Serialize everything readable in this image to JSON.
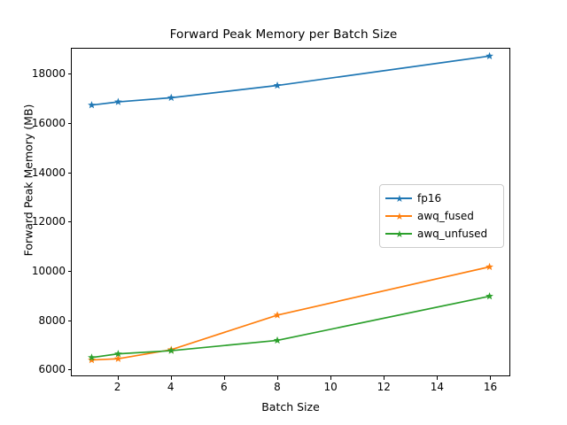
{
  "chart_data": {
    "type": "line",
    "title": "Forward Peak Memory per Batch Size",
    "xlabel": "Batch Size",
    "ylabel": "Forward Peak Memory (MB)",
    "x": [
      1,
      2,
      4,
      8,
      16
    ],
    "xlim": [
      0.25,
      16.75
    ],
    "ylim": [
      5720,
      19050
    ],
    "xticks": [
      2,
      4,
      6,
      8,
      10,
      12,
      14,
      16
    ],
    "xticklabels": [
      "2",
      "4",
      "6",
      "8",
      "10",
      "12",
      "14",
      "16"
    ],
    "yticks": [
      6000,
      8000,
      10000,
      12000,
      14000,
      16000,
      18000
    ],
    "yticklabels": [
      "6000",
      "8000",
      "10000",
      "12000",
      "14000",
      "16000",
      "18000"
    ],
    "grid": false,
    "legend_position": "center right",
    "marker": "star",
    "series": [
      {
        "name": "fp16",
        "color": "#1f77b4",
        "values": [
          16750,
          16880,
          17050,
          17550,
          18750
        ]
      },
      {
        "name": "awq_fused",
        "color": "#ff7f0e",
        "values": [
          6350,
          6400,
          6770,
          8180,
          10150
        ]
      },
      {
        "name": "awq_unfused",
        "color": "#2ca02c",
        "values": [
          6450,
          6600,
          6730,
          7150,
          8950
        ]
      }
    ]
  },
  "legend": {
    "entries": [
      {
        "label": "fp16"
      },
      {
        "label": "awq_fused"
      },
      {
        "label": "awq_unfused"
      }
    ]
  }
}
